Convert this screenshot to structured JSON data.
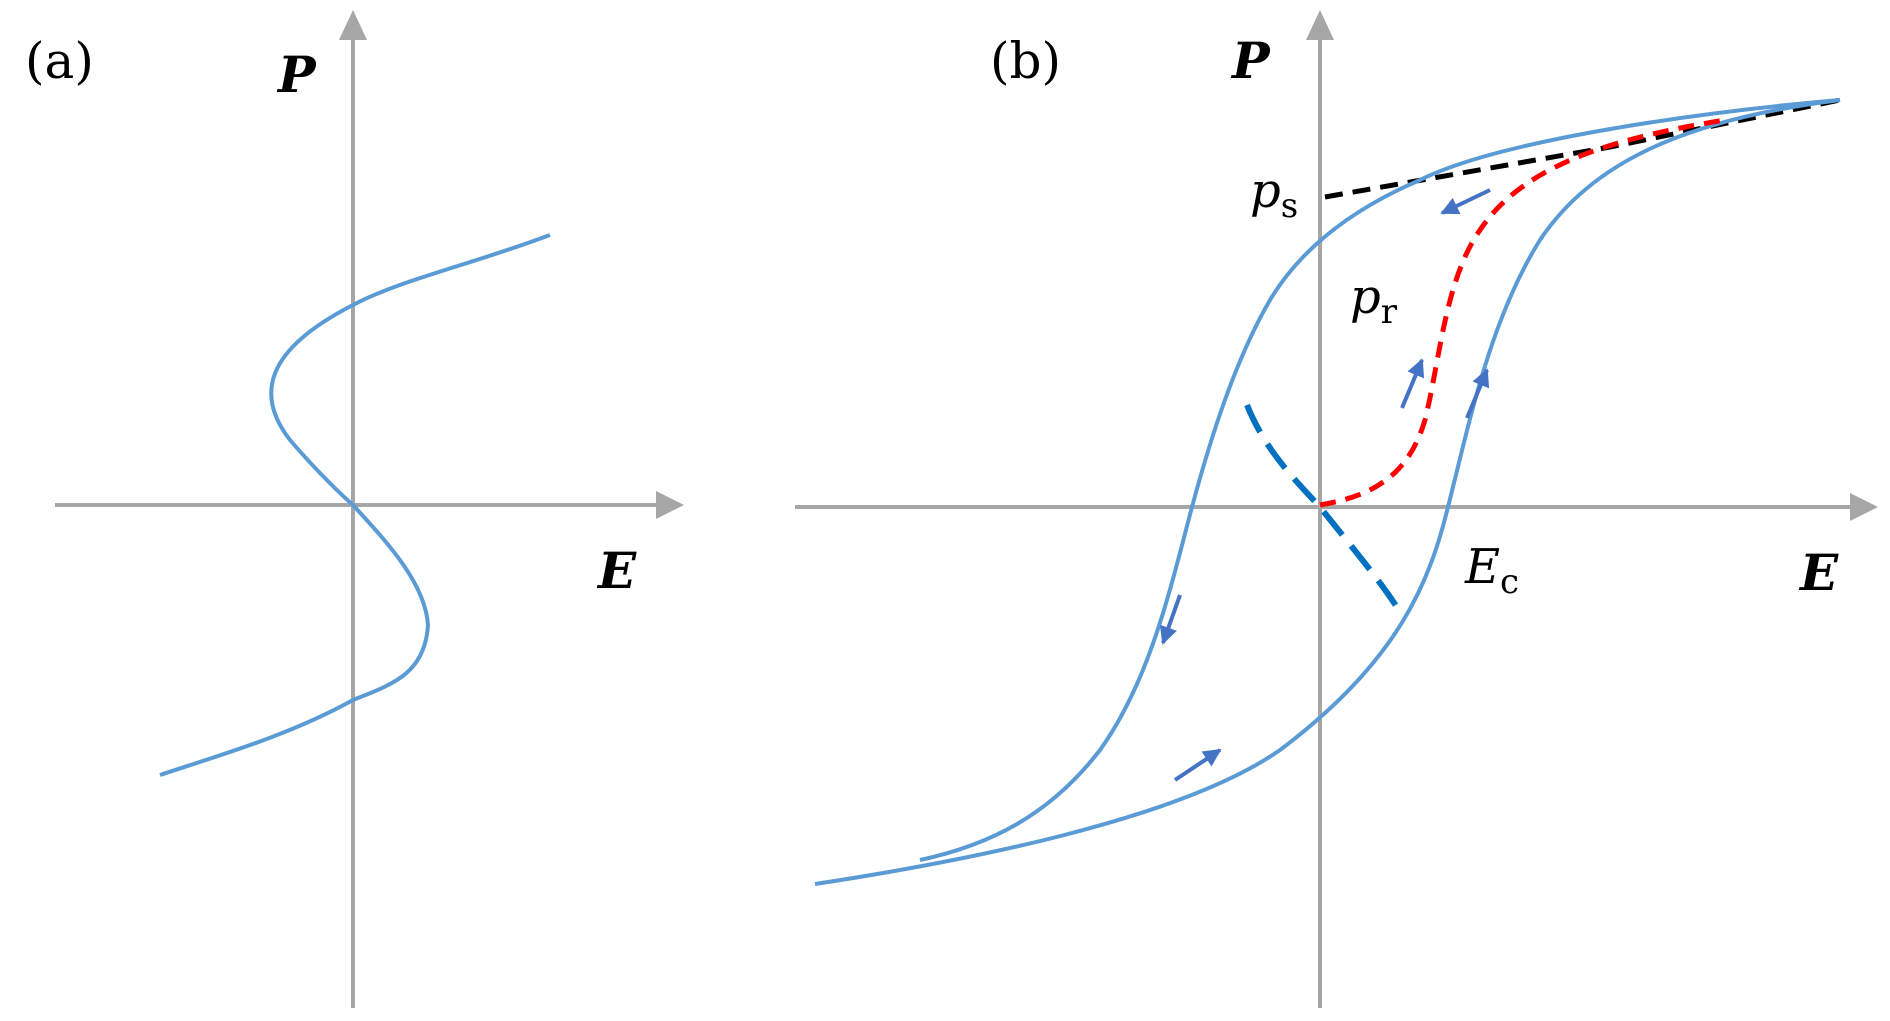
{
  "panels": [
    {
      "id": "a",
      "label": "(a)",
      "y_axis_label": "P",
      "x_axis_label": "E"
    },
    {
      "id": "b",
      "label": "(b)",
      "y_axis_label": "P",
      "x_axis_label": "E",
      "annotations": {
        "saturation": {
          "base": "p",
          "sub": "s"
        },
        "remanent": {
          "base": "p",
          "sub": "r"
        },
        "coercive": {
          "base": "E",
          "sub": "c"
        }
      }
    }
  ],
  "colors": {
    "axis": "#a6a6a6",
    "curve": "#5b9bd5",
    "arrow": "#4472c4",
    "virgin_curve": "#ff0000",
    "tangent": "#000000",
    "dashed_blue": "#0070c0"
  }
}
